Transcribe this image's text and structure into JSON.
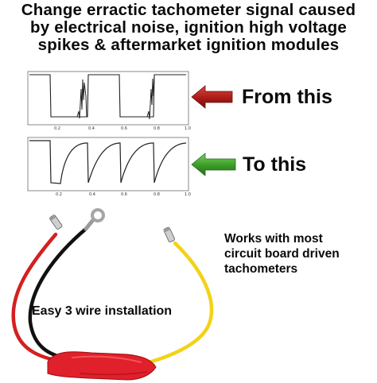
{
  "headline": {
    "lines": [
      "Change erractic tachometer signal caused",
      "by electrical noise, ignition high voltage",
      "spikes & aftermarket ignition modules"
    ]
  },
  "comparison": {
    "from_label": "From this",
    "to_label": "To this",
    "arrow_from_color": "#b01e1a",
    "arrow_to_color": "#3da12a"
  },
  "plots": {
    "x_ticks": [
      "0.2",
      "0.4",
      "0.6",
      "0.8",
      "1.0"
    ]
  },
  "features": {
    "compatibility_lines": [
      "Works with most",
      "circuit board driven",
      "tachometers"
    ],
    "install_label": "Easy 3 wire installation"
  },
  "wire_colors": {
    "red": "#d42020",
    "black": "#111111",
    "yellow": "#f2d21a",
    "heat_shrink": "#e0202a"
  }
}
